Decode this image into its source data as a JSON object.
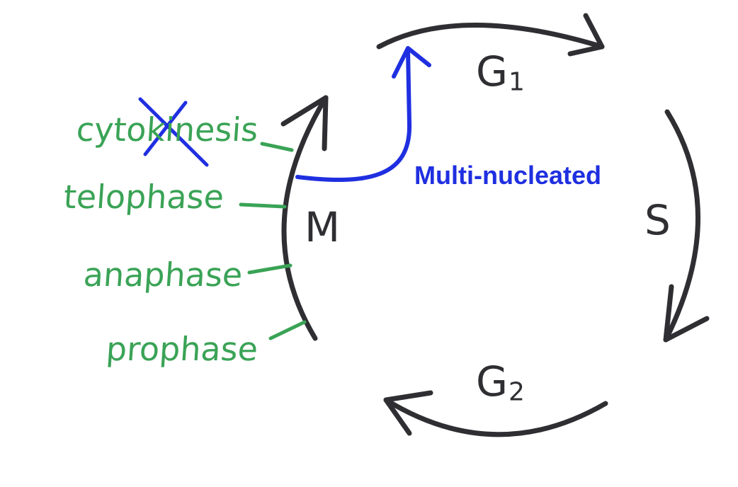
{
  "diagram": {
    "phases": {
      "g1_main": "G",
      "g1_sub": "1",
      "s": "S",
      "g2_main": "G",
      "g2_sub": "2",
      "m": "M"
    },
    "mitosis_steps": [
      {
        "label": "cytokinesis",
        "crossed_out": true
      },
      {
        "label": "telophase",
        "crossed_out": false
      },
      {
        "label": "anaphase",
        "crossed_out": false
      },
      {
        "label": "prophase",
        "crossed_out": false
      }
    ],
    "annotation": "Multi-nucleated",
    "colors": {
      "cycle": "#2f2f33",
      "steps": "#3aa356",
      "annotation": "#1f2fe0"
    }
  }
}
